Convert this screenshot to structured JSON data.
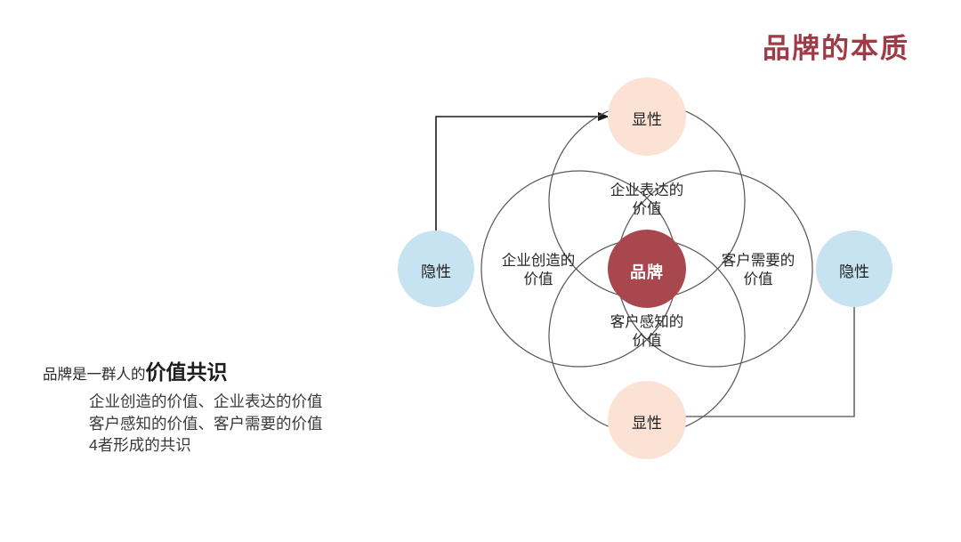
{
  "slide": {
    "background": "#ffffff",
    "title": "品牌的本质",
    "title_color": "#9e3b46"
  },
  "left_copy": {
    "lead_prefix": "品牌是一群人的",
    "lead_emphasis": "价值共识",
    "detail_lines": [
      "企业创造的价值、企业表达的价值",
      "客户感知的价值、客户需要的价值",
      "4者形成的共识"
    ]
  },
  "diagram": {
    "center": {
      "label": "品牌",
      "fill": "#a9474f",
      "text_color": "#ffffff"
    },
    "venn_circles": [
      {
        "id": "left",
        "label_line1": "企业创造的",
        "label_line2": "价值",
        "stroke": "#595959"
      },
      {
        "id": "top",
        "label_line1": "企业表达的",
        "label_line2": "价值",
        "stroke": "#595959"
      },
      {
        "id": "right",
        "label_line1": "客户需要的",
        "label_line2": "价值",
        "stroke": "#595959"
      },
      {
        "id": "bottom",
        "label_line1": "客户感知的",
        "label_line2": "价值",
        "stroke": "#595959"
      }
    ],
    "nodes": [
      {
        "id": "top",
        "label": "显性",
        "fill": "#fbe2d4",
        "text_color": "#1f1f1f"
      },
      {
        "id": "bottom",
        "label": "显性",
        "fill": "#fbe2d4",
        "text_color": "#1f1f1f"
      },
      {
        "id": "left",
        "label": "隐性",
        "fill": "#c7e2f0",
        "text_color": "#1f1f1f"
      },
      {
        "id": "right",
        "label": "隐性",
        "fill": "#c7e2f0",
        "text_color": "#1f1f1f"
      }
    ],
    "connectors": [
      {
        "id": "left-to-top",
        "from": "left-node",
        "to": "top-node",
        "stroke": "#1a1a1a",
        "arrowhead": "end"
      },
      {
        "id": "bottom-to-right",
        "from": "bottom-node",
        "to": "right-node",
        "stroke": "#595959",
        "arrowhead": "end"
      }
    ]
  }
}
